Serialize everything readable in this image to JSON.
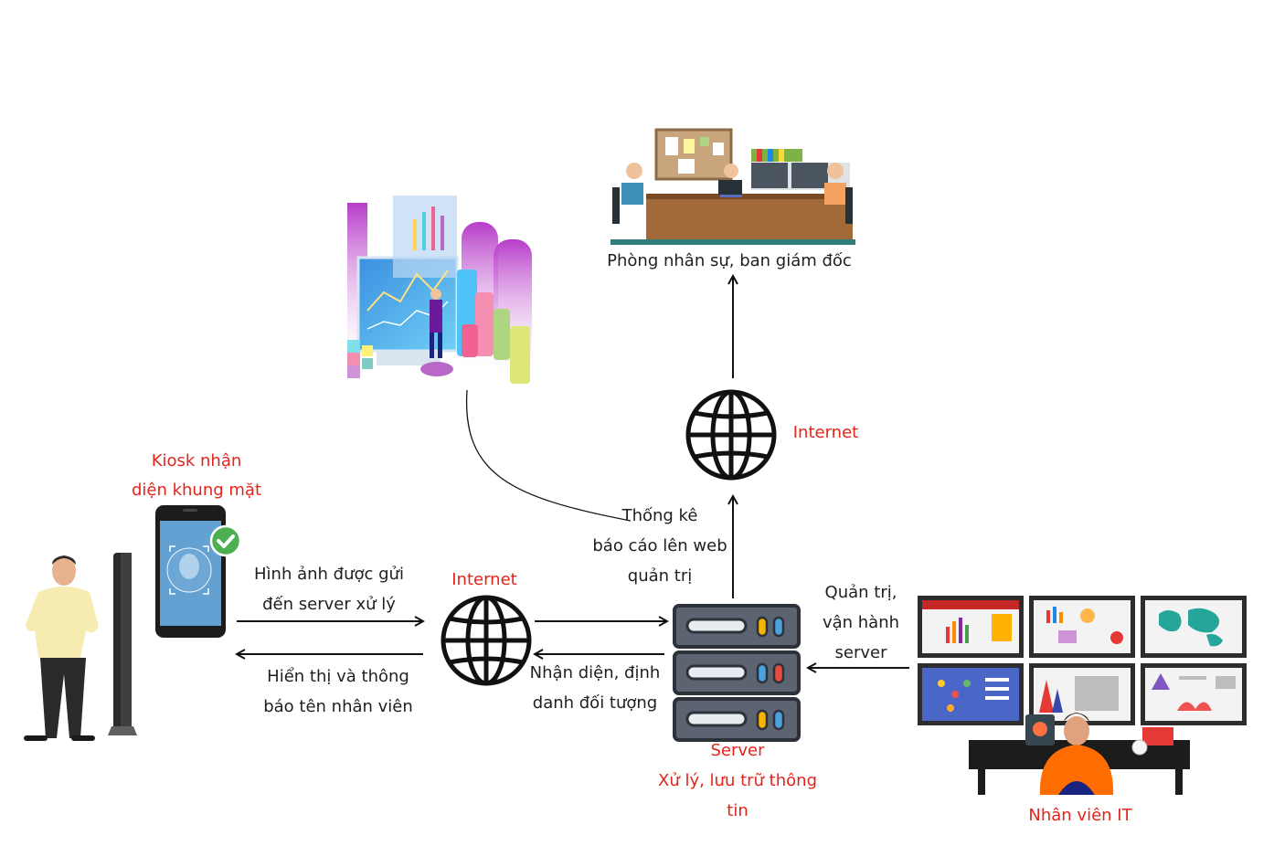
{
  "labels": {
    "kiosk_line1": "Kiosk nhận",
    "kiosk_line2": "diện khung mặt",
    "send_line1": "Hình ảnh được gửi",
    "send_line2": "đến server xử lý",
    "display_line1": "Hiển thị và thông",
    "display_line2": "báo tên nhân viên",
    "internet_left": "Internet",
    "internet_top": "Internet",
    "recognize_line1": "Nhận diện, định",
    "recognize_line2": "danh đối tượng",
    "stats_line1": "Thống kê",
    "stats_line2": "báo cáo lên web",
    "stats_line3": "quản trị",
    "office": "Phòng nhân sự, ban giám đốc",
    "admin_line1": "Quản trị,",
    "admin_line2": "vận hành",
    "admin_line3": "server",
    "server_title": "Server",
    "server_desc_line1": "Xử lý, lưu trữ thông",
    "server_desc_line2": "tin",
    "it_staff": "Nhân viên IT"
  },
  "colors": {
    "accent_red": "#e3241b",
    "text_dark": "#1f1f1f",
    "server_body": "#5b6470",
    "server_dark": "#2d323a",
    "server_yellow": "#f4b400",
    "server_blue": "#4aa3df",
    "server_red": "#e74c3c"
  }
}
